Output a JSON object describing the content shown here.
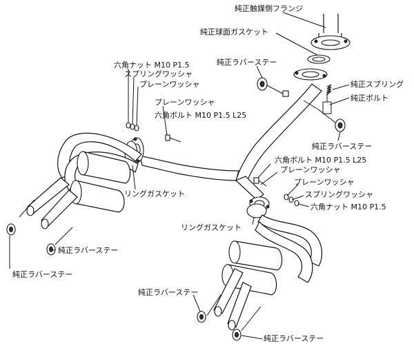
{
  "labels": {
    "cat_flange": "純正触媒側フランジ",
    "sphere_gasket": "純正球面ガスケット",
    "rubber_stay_top": "純正ラバーステー",
    "nut_l": "六角ナット M10 P1.5",
    "spring_washer_l": "スプリングワッシャ",
    "plain_washer_l1": "プレーンワッシャ",
    "plain_washer_l2": "プレーンワッシャ",
    "bolt_l": "六角ボルト M10 P1.5 L25",
    "spring": "純正スプリング",
    "genuine_bolt": "純正ボルト",
    "rubber_stay_right": "純正ラバーステー",
    "bolt_r": "六角ボルト M10 P1.5 L25",
    "plain_washer_r1": "プレーンワッシャ",
    "plain_washer_r2": "プレーンワッシャ",
    "spring_washer_r": "スプリングワッシャ",
    "nut_r": "六角ナット M10 P1.5",
    "ring_gasket_l": "リングガスケット",
    "ring_gasket_r": "リングガスケット",
    "rubber_stay_ll1": "純正ラバーステー",
    "rubber_stay_ll2": "純正ラバーステー",
    "rubber_stay_rb1": "純正ラバーステー",
    "rubber_stay_rb2": "純正ラバーステー"
  }
}
